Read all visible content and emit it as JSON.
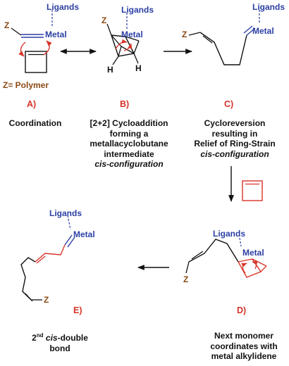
{
  "colors": {
    "ligand_metal": "#2b3fa3",
    "substituent": "#8b4a14",
    "arrows_and_new_bonds": "#d8332a",
    "text": "#111111"
  },
  "structure_labels": {
    "ligands": "Ligands",
    "metal": "Metal",
    "z": "Z",
    "h": "H",
    "z_definition": "Z= Polymer"
  },
  "steps": [
    {
      "letter": "A)",
      "lines": [
        "Coordination"
      ]
    },
    {
      "letter": "B)",
      "lines": [
        "[2+2] Cycloaddition",
        "forming a",
        "metallacyclobutane",
        "intermediate",
        "cis-configuration"
      ]
    },
    {
      "letter": "C)",
      "lines": [
        "Cycloreversion",
        "resulting in",
        "Relief of Ring-Strain",
        "cis-configuration"
      ]
    },
    {
      "letter": "D)",
      "lines": [
        "Next monomer",
        "coordinates with",
        "metal alkylidene"
      ]
    },
    {
      "letter": "E)",
      "lines": [
        "2",
        "nd",
        " ",
        "cis",
        "-double",
        "bond"
      ]
    }
  ]
}
